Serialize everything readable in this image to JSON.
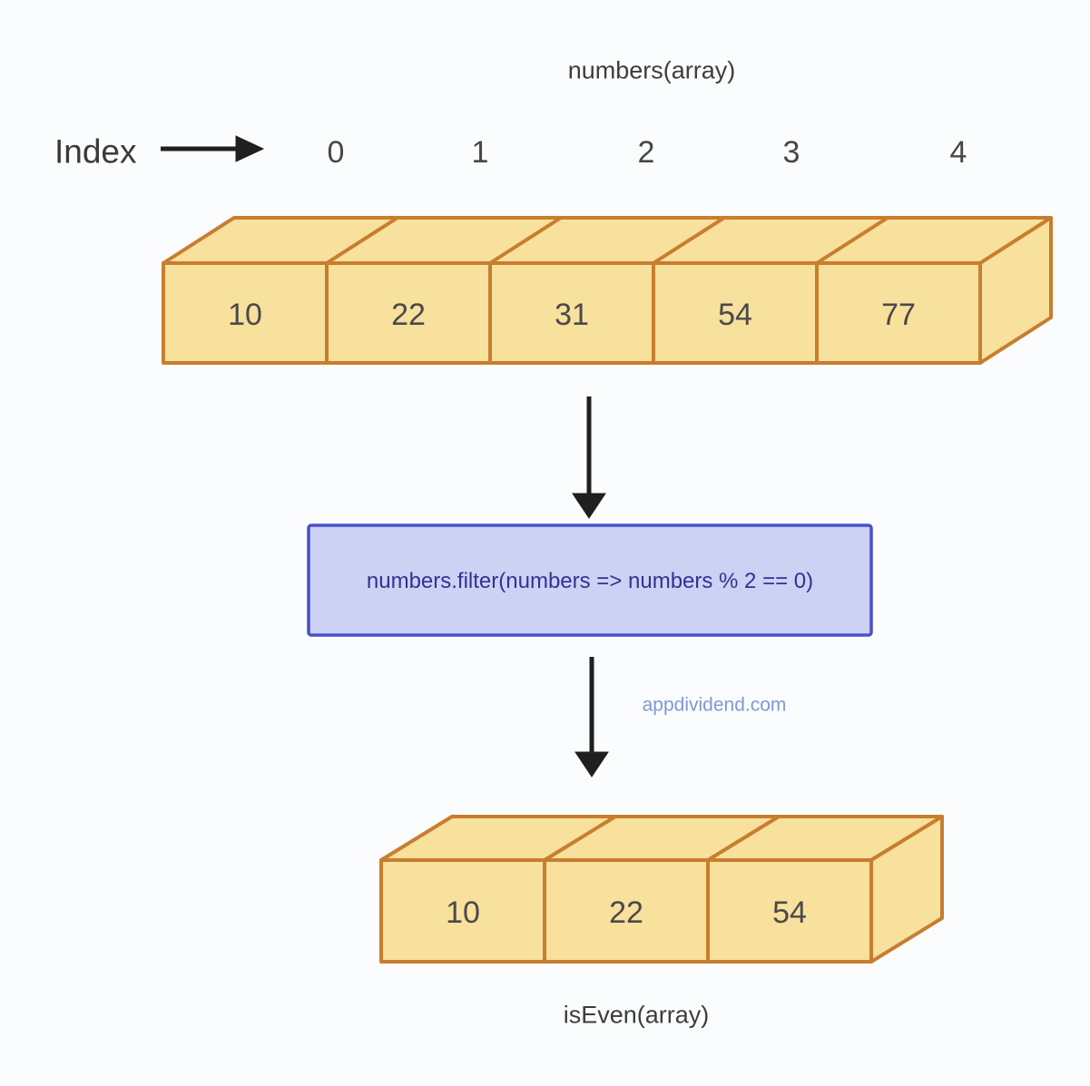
{
  "page": {
    "background": "#FBFCFD"
  },
  "colors": {
    "array_fill": "#F8E09D",
    "array_border": "#C87E2F",
    "filter_fill": "#CDD1F4",
    "filter_border": "#4A50C8",
    "filter_text": "#2E3492",
    "arrow": "#1F1F1F",
    "label_text": "#3D3D3D",
    "cell_text": "#4A4A4A",
    "watermark_text": "#7E99D5"
  },
  "header": {
    "title": "numbers(array)"
  },
  "index_row": {
    "label": "Index",
    "indices": [
      "0",
      "1",
      "2",
      "3",
      "4"
    ]
  },
  "input_array": {
    "values": [
      "10",
      "22",
      "31",
      "54",
      "77"
    ]
  },
  "filter_box": {
    "code": "numbers.filter(numbers => numbers % 2 == 0)"
  },
  "watermark": {
    "text": "appdividend.com"
  },
  "output_array": {
    "values": [
      "10",
      "22",
      "54"
    ],
    "label": "isEven(array)"
  }
}
